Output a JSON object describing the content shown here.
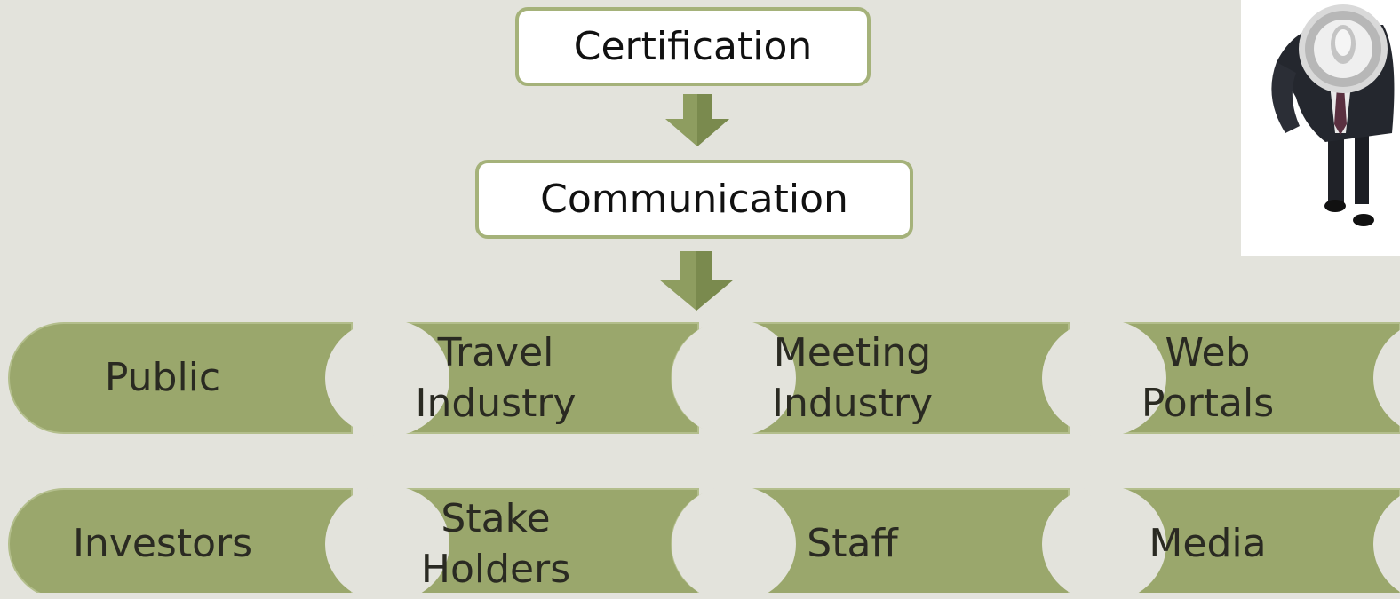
{
  "flow": {
    "top_box": "Certification",
    "middle_box": "Communication"
  },
  "audiences": {
    "row1": [
      "Public",
      "Travel\nIndustry",
      "Meeting\nIndustry",
      "Web\nPortals"
    ],
    "row2": [
      "Investors",
      "Stake\nHolders",
      "Staff",
      "Media"
    ]
  },
  "colors": {
    "background": "#e3e3dc",
    "shape_fill": "#9aa76c",
    "box_border": "#a5b27a",
    "arrow_fill": "#8e9d60"
  },
  "image": {
    "icon": "businessman-with-megaphone"
  }
}
